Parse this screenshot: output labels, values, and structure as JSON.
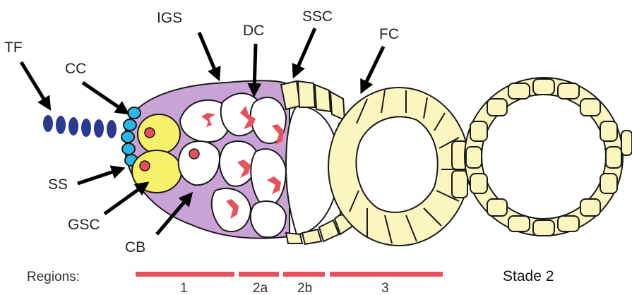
{
  "labels": {
    "tf": "TF",
    "cc": "CC",
    "igs": "IGS",
    "dc": "DC",
    "ssc": "SSC",
    "fc": "FC",
    "ss": "SS",
    "gsc": "GSC",
    "cb": "CB"
  },
  "regions_label": "Regions:",
  "regions": [
    "1",
    "2a",
    "2b",
    "3"
  ],
  "stage_label": "Stade 2",
  "colors": {
    "terminal_filament": "#2b3990",
    "cap_cells": "#29b6e8",
    "stem_cells": "#f7f06a",
    "escort_cells": "#c9a2d6",
    "follicle_cells": "#fbf5c0",
    "cystocyte_fusome": "#e8505b",
    "region_bar": "#e8505b"
  }
}
